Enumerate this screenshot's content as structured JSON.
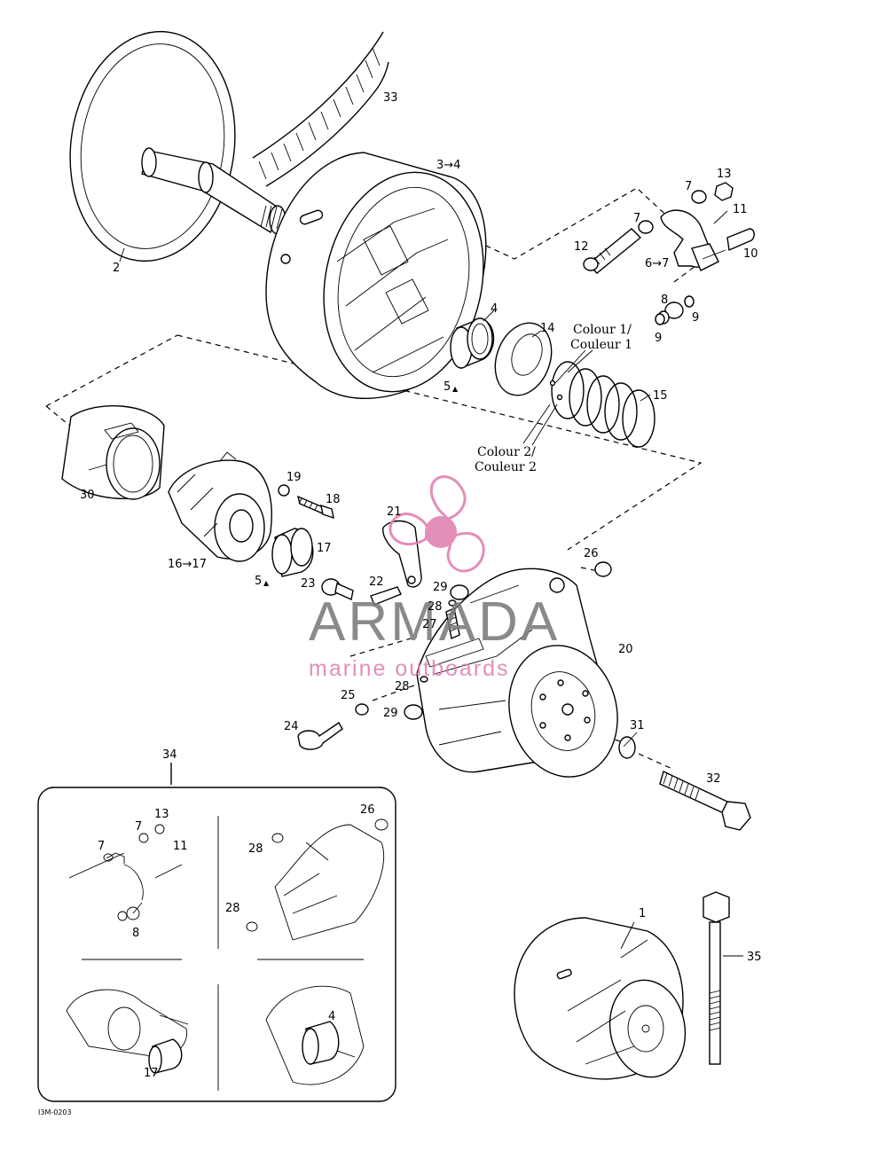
{
  "labels": [
    {
      "id": "p33",
      "text": "33"
    },
    {
      "id": "p3to4",
      "text": "3→4"
    },
    {
      "id": "p2",
      "text": "2"
    },
    {
      "id": "p13a",
      "text": "13"
    },
    {
      "id": "p7a",
      "text": "7"
    },
    {
      "id": "p7b",
      "text": "7"
    },
    {
      "id": "p11a",
      "text": "11"
    },
    {
      "id": "p12",
      "text": "12"
    },
    {
      "id": "p6to7",
      "text": "6→7"
    },
    {
      "id": "p10",
      "text": "10"
    },
    {
      "id": "p8a",
      "text": "8"
    },
    {
      "id": "p9a",
      "text": "9"
    },
    {
      "id": "p9b",
      "text": "9"
    },
    {
      "id": "p4a",
      "text": "4"
    },
    {
      "id": "p14",
      "text": "14"
    },
    {
      "id": "p5a",
      "text": "5"
    },
    {
      "id": "p15",
      "text": "15"
    },
    {
      "id": "p30",
      "text": "30"
    },
    {
      "id": "p19",
      "text": "19"
    },
    {
      "id": "p18",
      "text": "18"
    },
    {
      "id": "p21",
      "text": "21"
    },
    {
      "id": "p17a",
      "text": "17"
    },
    {
      "id": "p16to17",
      "text": "16→17"
    },
    {
      "id": "p5b",
      "text": "5"
    },
    {
      "id": "p26a",
      "text": "26"
    },
    {
      "id": "p23",
      "text": "23"
    },
    {
      "id": "p22",
      "text": "22"
    },
    {
      "id": "p29a",
      "text": "29"
    },
    {
      "id": "p28a",
      "text": "28"
    },
    {
      "id": "p27",
      "text": "27"
    },
    {
      "id": "p20",
      "text": "20"
    },
    {
      "id": "p25",
      "text": "25"
    },
    {
      "id": "p28b",
      "text": "28"
    },
    {
      "id": "p29b",
      "text": "29"
    },
    {
      "id": "p24",
      "text": "24"
    },
    {
      "id": "p31",
      "text": "31"
    },
    {
      "id": "p32",
      "text": "32"
    },
    {
      "id": "p34",
      "text": "34"
    },
    {
      "id": "i13",
      "text": "13"
    },
    {
      "id": "i7a",
      "text": "7"
    },
    {
      "id": "i11",
      "text": "11"
    },
    {
      "id": "i7b",
      "text": "7"
    },
    {
      "id": "i8",
      "text": "8"
    },
    {
      "id": "i26",
      "text": "26"
    },
    {
      "id": "i28a",
      "text": "28"
    },
    {
      "id": "i28b",
      "text": "28"
    },
    {
      "id": "i4",
      "text": "4"
    },
    {
      "id": "i17",
      "text": "17"
    },
    {
      "id": "p1",
      "text": "1"
    },
    {
      "id": "p35",
      "text": "35"
    }
  ],
  "colour_notes": {
    "colour1_line1": "Colour 1/",
    "colour1_line2": "Couleur 1",
    "colour2_line1": "Colour 2/",
    "colour2_line2": "Couleur 2"
  },
  "drawing_code": "I3M-0203",
  "watermark": {
    "brand": "ARMADA",
    "tagline": "marine outboards",
    "brand_color": "#7a7a7a",
    "accent_color": "#e07fb0"
  }
}
